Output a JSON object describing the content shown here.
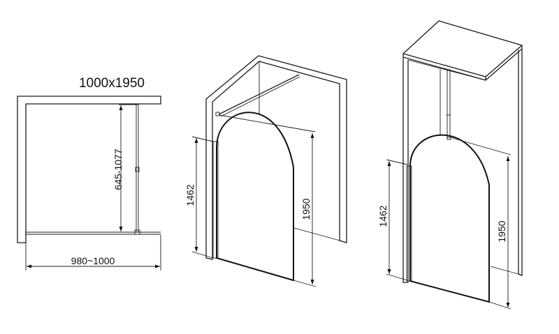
{
  "title": "1000x1950",
  "plan_view": {
    "depth_dimension": "645-1077",
    "width_dimension": "980~1000"
  },
  "wall_mounted_view": {
    "side_height": "1462",
    "panel_height": "1950"
  },
  "ceiling_mounted_view": {
    "side_height": "1462",
    "panel_height": "1950"
  }
}
